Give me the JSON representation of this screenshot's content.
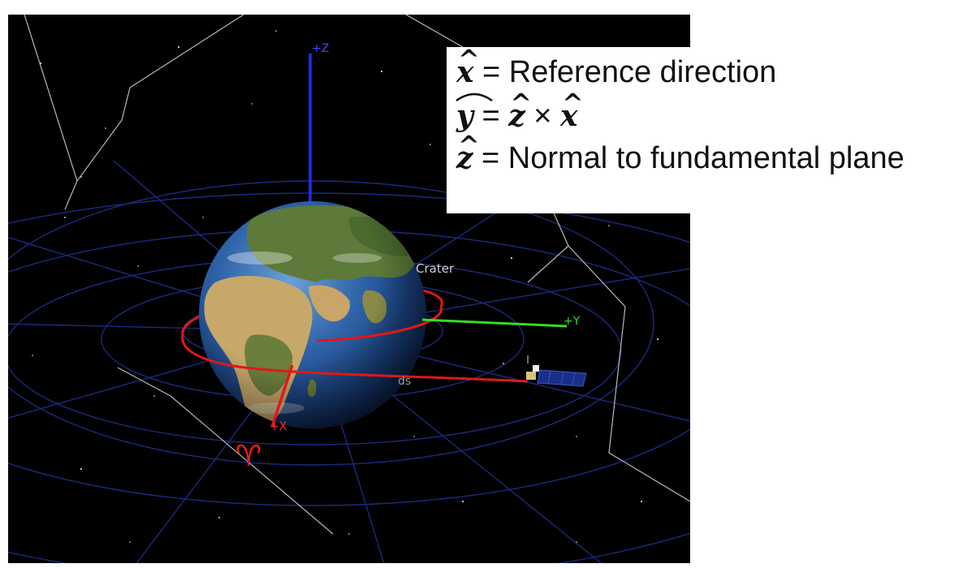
{
  "scene": {
    "axis_labels": {
      "z": "+Z",
      "y": "+Y",
      "x": "+X"
    },
    "object_labels": {
      "crater": "Crater",
      "partial_label": "ds"
    },
    "aries_symbol": "♈︎",
    "colors": {
      "z_axis": "#1f2cff",
      "y_axis": "#33dd22",
      "x_axis": "#ff1a1a",
      "orbit": "#e01818",
      "grid": "#1c2a80",
      "constellation": "#b8b8b8"
    }
  },
  "legend": {
    "line1": {
      "symbol": "x",
      "text": " = Reference direction"
    },
    "line2": {
      "symbol": "y",
      "text_part1": " = ",
      "term1": "z",
      "op": " × ",
      "term2": "x"
    },
    "line3": {
      "symbol": "z",
      "text": " = Normal to fundamental plane"
    }
  }
}
